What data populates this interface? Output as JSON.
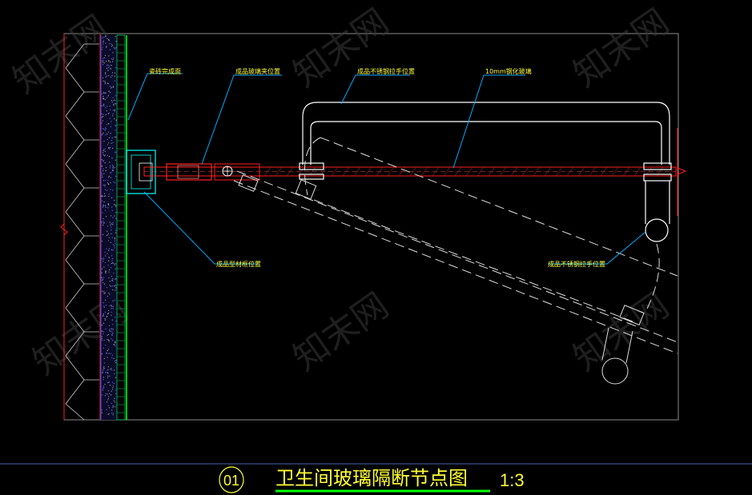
{
  "drawing": {
    "labels": {
      "tile_finish": "瓷砖完成面",
      "glass_clip": "成品玻璃夹位置",
      "handle_top": "成品不锈钢拉手位置",
      "glass": "10mm钢化玻璃",
      "profile_frame": "成品型材框位置",
      "handle_bottom": "成品不锈钢拉手位置"
    },
    "title": {
      "number": "01",
      "text": "卫生间玻璃隔断节点图",
      "scale": "1:3"
    },
    "watermark": "知末网",
    "colors": {
      "background": "#000000",
      "line": "#ffffff",
      "leader": "#00aaff",
      "red": "#ff2020",
      "green": "#00ff00",
      "cyan": "#00ffff",
      "text": "#ffff33"
    }
  }
}
